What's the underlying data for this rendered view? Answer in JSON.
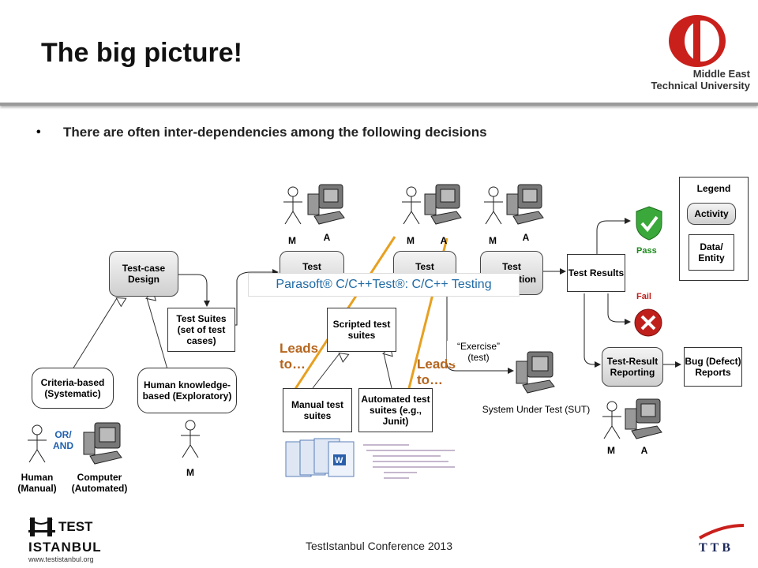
{
  "slide": {
    "title": "The big picture!",
    "bullet": "There are often inter-dependencies among the following decisions",
    "footer": "TestIstanbul Conference 2013"
  },
  "logos": {
    "metu_line1": "Middle East",
    "metu_line2": "Technical University",
    "testistanbul_word1": "TEST",
    "testistanbul_word2": "ISTANBUL",
    "testistanbul_url": "www.testistanbul.org",
    "ttb": "TTB"
  },
  "diagram": {
    "test_case_design": "Test-case Design",
    "test_suites": "Test Suites (set of test cases)",
    "criteria_based": "Criteria-based (Systematic)",
    "human_knowledge": "Human knowledge-based (Exploratory)",
    "or_and": "OR/ AND",
    "human_manual": "Human (Manual)",
    "computer_automated": "Computer (Automated)",
    "m_label": "M",
    "a_label": "A",
    "test1": "Test",
    "test2": "Test",
    "test3_line1": "Test",
    "test3_line2": "tion",
    "banner": "Parasoft® C/C++Test®: C/C++ Testing",
    "scripted": "Scripted test suites",
    "manual_suites": "Manual test suites",
    "automated_suites": "Automated test suites (e.g., Junit)",
    "leads1": "Leads to…",
    "leads2": "Leads to…",
    "exercise": "“Exercise” (test)",
    "sut": "System Under Test (SUT)",
    "test_results": "Test Results",
    "pass": "Pass",
    "fail": "Fail",
    "reporting": "Test-Result Reporting",
    "bug_reports": "Bug (Defect) Reports",
    "legend_title": "Legend",
    "legend_activity": "Activity",
    "legend_data": "Data/ Entity"
  },
  "colors": {
    "leads": "#b5651d",
    "orange_line": "#e8a020",
    "pass": "#1a8a1a",
    "fail": "#c0201c",
    "banner_text": "#1f6aa5",
    "metu_red": "#c9201c"
  }
}
